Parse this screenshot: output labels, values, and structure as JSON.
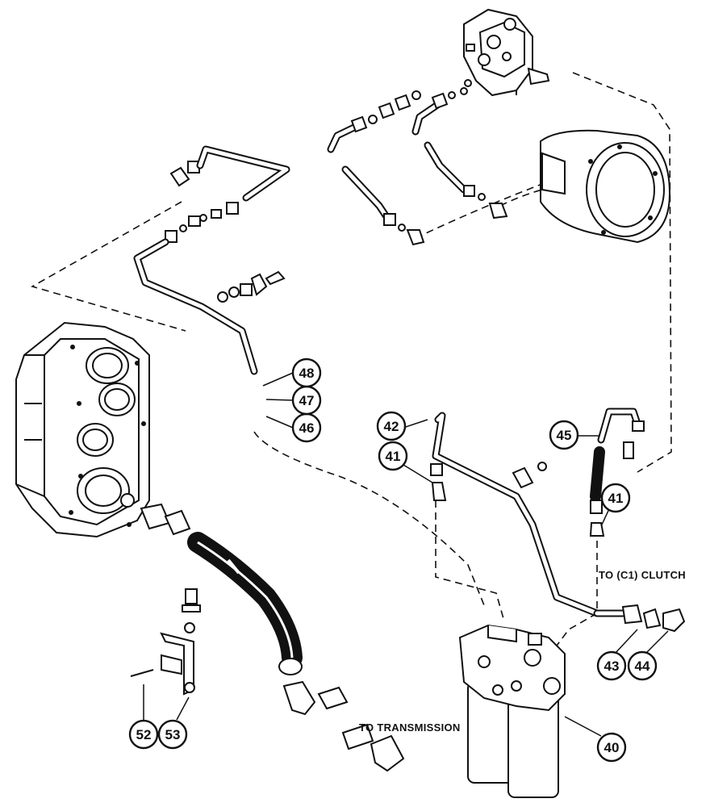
{
  "callouts": [
    {
      "id": "40",
      "label": "40"
    },
    {
      "id": "41a",
      "label": "41"
    },
    {
      "id": "41b",
      "label": "41"
    },
    {
      "id": "42",
      "label": "42"
    },
    {
      "id": "43",
      "label": "43"
    },
    {
      "id": "44",
      "label": "44"
    },
    {
      "id": "45",
      "label": "45"
    },
    {
      "id": "46",
      "label": "46"
    },
    {
      "id": "47",
      "label": "47"
    },
    {
      "id": "48",
      "label": "48"
    },
    {
      "id": "52",
      "label": "52"
    },
    {
      "id": "53",
      "label": "53"
    }
  ],
  "labels": {
    "to_clutch": "TO (C1) CLUTCH",
    "to_transmission": "TO TRANSMISSION"
  },
  "colors": {
    "ink": "#111111",
    "background": "#ffffff"
  }
}
